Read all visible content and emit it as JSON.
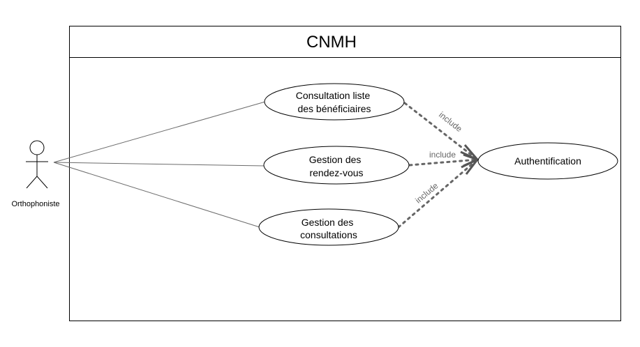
{
  "system": {
    "title": "CNMH"
  },
  "actor": {
    "label": "Orthophoniste"
  },
  "use_cases": [
    {
      "id": "consult",
      "lines": [
        "Consultation liste",
        "des bénéficiaires"
      ]
    },
    {
      "id": "rdv",
      "lines": [
        "Gestion des",
        "rendez-vous"
      ]
    },
    {
      "id": "consultations",
      "lines": [
        "Gestion des",
        "consultations"
      ]
    },
    {
      "id": "auth",
      "lines": [
        "Authentification"
      ]
    }
  ],
  "relations": [
    {
      "from": "consult",
      "to": "auth",
      "label": "include"
    },
    {
      "from": "rdv",
      "to": "auth",
      "label": "include"
    },
    {
      "from": "consultations",
      "to": "auth",
      "label": "include"
    }
  ],
  "colors": {
    "stroke": "#000000",
    "association": "#6b6b6b",
    "include": "#666666"
  }
}
